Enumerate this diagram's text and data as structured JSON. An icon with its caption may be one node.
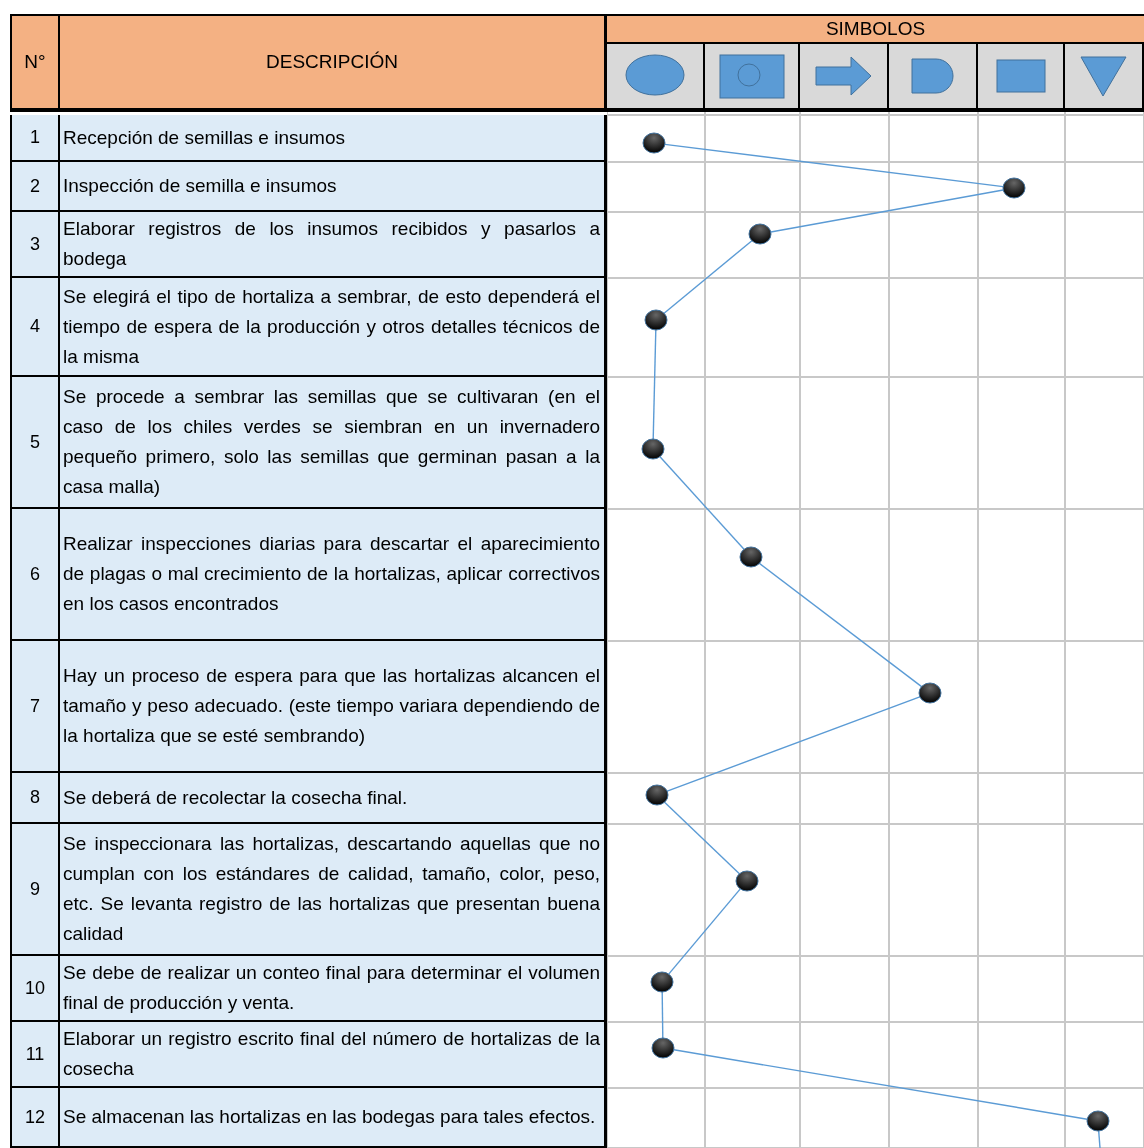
{
  "diagram": {
    "nodes": [
      {
        "text": [],
        "shape": "circle"
      },
      {
        "text": [],
        "shape": "circle"
      },
      {
        "text": [],
        "shape": "circle"
      },
      {
        "text": [],
        "shape": "circle"
      },
      {
        "text": [],
        "shape": "circle"
      },
      {
        "text": [],
        "shape": "circle"
      },
      {
        "text": [],
        "shape": "circle"
      },
      {
        "text": [],
        "shape": "circle"
      },
      {
        "text": [],
        "shape": "circle"
      },
      {
        "text": [],
        "shape": "circle"
      },
      {
        "text": [],
        "shape": "circle"
      },
      {
        "text": [],
        "shape": "circle"
      }
    ],
    "edges": [
      {
        "from": 0,
        "to": 1,
        "arrow": "none"
      },
      {
        "from": 1,
        "to": 2,
        "arrow": "none"
      },
      {
        "from": 2,
        "to": 3,
        "arrow": "none"
      },
      {
        "from": 3,
        "to": 4,
        "arrow": "none"
      },
      {
        "from": 4,
        "to": 5,
        "arrow": "none"
      },
      {
        "from": 5,
        "to": 6,
        "arrow": "none"
      },
      {
        "from": 6,
        "to": 7,
        "arrow": "none"
      },
      {
        "from": 7,
        "to": 8,
        "arrow": "none"
      },
      {
        "from": 8,
        "to": 9,
        "arrow": "none"
      },
      {
        "from": 9,
        "to": 10,
        "arrow": "none"
      },
      {
        "from": 10,
        "to": 11,
        "arrow": "none"
      },
      {
        "from": 11,
        "to": null,
        "arrow": "none"
      }
    ],
    "labels": [
      "N°",
      "DESCRIPCIÓN",
      "SIMBOLOS",
      "1",
      "Recepción de semillas e insumos",
      "2",
      "Inspección de semilla e insumos",
      "3",
      "Elaborar registros de los insumos recibidos y pasarlos a bodega",
      "4",
      "Se elegirá el tipo de hortaliza a sembrar, de esto dependerá el tiempo de espera de la producción y otros detalles técnicos de la misma",
      "5",
      "Se procede a sembrar las semillas que se cultivaran (en el caso de los chiles verdes se siembran en un invernadero pequeño primero, solo las semillas que germinan pasan a la casa malla)",
      "6",
      "Realizar inspecciones diarias para descartar el aparecimiento de plagas o mal crecimiento de la hortalizas, aplicar correctivos en los casos encontrados",
      "7",
      "Hay un proceso de espera para que las hortalizas alcancen el tamaño y peso adecuado. (este tiempo variara dependiendo de la hortaliza que se esté sembrando)",
      "8",
      "Se deberá de recolectar la cosecha final.",
      "9",
      "Se inspeccionara las hortalizas, descartando aquellas que no cumplan con los estándares de calidad, tamaño, color, peso, etc. Se levanta registro de las hortalizas que presentan buena calidad",
      "10",
      "Se debe de realizar un conteo final para determinar el volumen final de producción y venta.",
      "11",
      "Elaborar un registro escrito final del número de hortalizas de la cosecha",
      "12",
      "Se almacenan las hortalizas en las bodegas para tales efectos."
    ]
  }
}
